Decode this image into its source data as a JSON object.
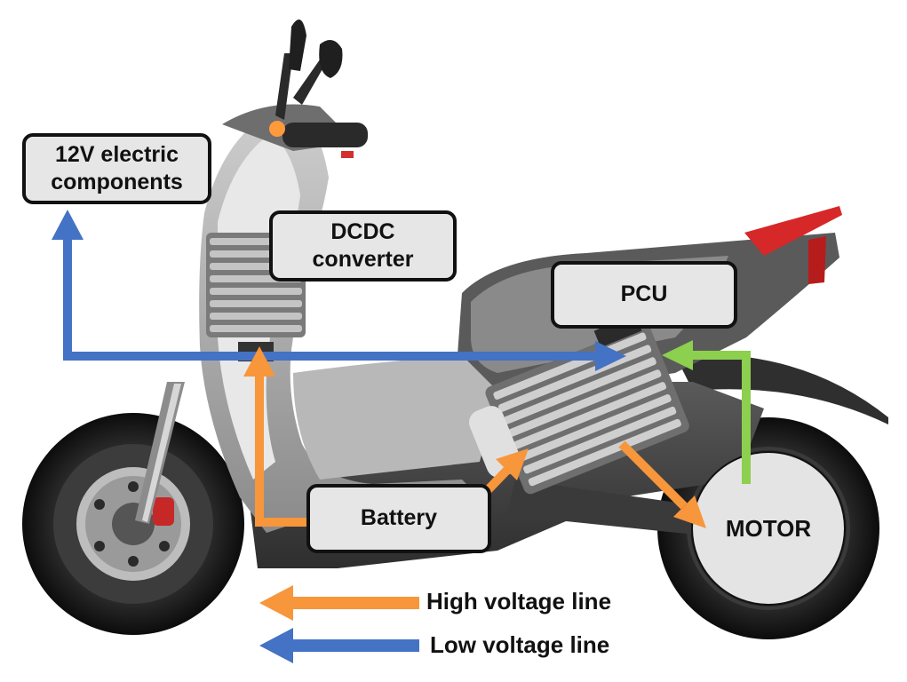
{
  "labels": {
    "components_12v_line1": "12V electric",
    "components_12v_line2": "components",
    "dcdc_line1": "DCDC",
    "dcdc_line2": "converter",
    "pcu": "PCU",
    "battery": "Battery",
    "motor": "MOTOR"
  },
  "legend": {
    "high_voltage": "High voltage line",
    "low_voltage": "Low voltage line"
  },
  "colors": {
    "high_voltage": "#f7963b",
    "low_voltage": "#4472c4",
    "motor_signal": "#8dcf4f"
  }
}
